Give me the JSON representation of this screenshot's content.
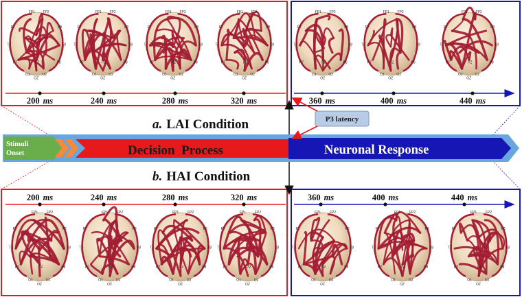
{
  "condition_a": {
    "letter": "a.",
    "title": "LAI Condition"
  },
  "condition_b": {
    "letter": "b.",
    "title": "HAI Condition"
  },
  "flow": {
    "stimuli": "Stimuli Onset",
    "decision": "Decision  Process",
    "neuronal": "Neuronal Response"
  },
  "p3_label": "P3 latency",
  "unit": "ms",
  "top_row": [
    {
      "time": "200",
      "phase": "decision"
    },
    {
      "time": "240",
      "phase": "decision"
    },
    {
      "time": "280",
      "phase": "decision"
    },
    {
      "time": "320",
      "phase": "decision"
    },
    {
      "time": "360",
      "phase": "neuronal"
    },
    {
      "time": "400",
      "phase": "neuronal"
    },
    {
      "time": "440",
      "phase": "neuronal"
    }
  ],
  "bottom_row": [
    {
      "time": "200",
      "phase": "decision"
    },
    {
      "time": "240",
      "phase": "decision"
    },
    {
      "time": "280",
      "phase": "decision"
    },
    {
      "time": "320",
      "phase": "decision"
    },
    {
      "time": "360",
      "phase": "neuronal"
    },
    {
      "time": "400",
      "phase": "neuronal"
    },
    {
      "time": "440",
      "phase": "neuronal"
    }
  ],
  "electrode_labels": [
    "FP1",
    "FP2",
    "F7",
    "F8",
    "T7",
    "T8",
    "P7",
    "P8",
    "PZ",
    "O1",
    "OZ",
    "O2"
  ],
  "colors": {
    "decision": "#e8191b",
    "neuronal": "#1616b4",
    "bar_light": "#69a6e0",
    "stimuli": "#6aae4b",
    "chevron": "#f58a3a",
    "connection": "#a31d33",
    "scalp": "#efdcc2"
  }
}
